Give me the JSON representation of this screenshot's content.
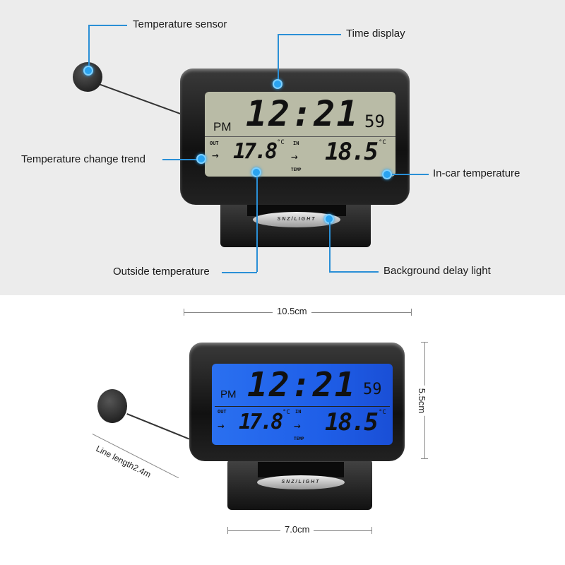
{
  "top_panel": {
    "callouts": {
      "temperature_sensor": "Temperature sensor",
      "time_display": "Time display",
      "temperature_change_trend": "Temperature change trend",
      "in_car_temperature": "In-car temperature",
      "outside_temperature": "Outside temperature",
      "background_delay_light": "Background delay light"
    },
    "screen_color": "#b9bba6",
    "accent_color": "#2a8fd6"
  },
  "display": {
    "meridiem": "PM",
    "time": "12:21",
    "seconds": "59",
    "out_label": "OUT",
    "in_label": "IN",
    "temp_label": "TEMP",
    "trend_arrow": "→",
    "outside_temp": "17.8",
    "inside_temp": "18.5",
    "unit": "°C",
    "button_label": "SNZ/LIGHT"
  },
  "bottom_panel": {
    "screen_color": "#1f5fe8",
    "dimensions": {
      "width": "10.5cm",
      "height": "5.5cm",
      "base_width": "7.0cm",
      "line_length": "Line length2.4m"
    }
  }
}
